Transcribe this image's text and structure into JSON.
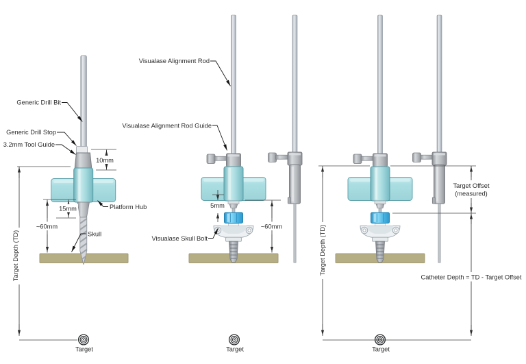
{
  "panel_generic_drill": {
    "labels": {
      "drill_bit": "Generic Drill Bit",
      "drill_stop": "Generic Drill Stop",
      "tool_guide": "3.2mm Tool Guide",
      "platform_hub": "Platform Hub",
      "skull": "Skull"
    },
    "dimensions": {
      "guide_exposed": "10mm",
      "hub_standoff": "15mm",
      "approx_depth": "~60mm",
      "target_depth": "Target Depth (TD)"
    },
    "target": "Target"
  },
  "panel_visualase": {
    "labels": {
      "alignment_rod": "Visualase Alignment Rod",
      "rod_guide": "Visualase Alignment Rod Guide",
      "skull_bolt": "Visualase Skull Bolt"
    },
    "dimensions": {
      "bolt_gap": "5mm",
      "approx_depth": "~60mm"
    },
    "target": "Target"
  },
  "panel_measurement": {
    "dimensions": {
      "target_depth": "Target Depth (TD)",
      "target_offset_line1": "Target Offset",
      "target_offset_line2": "(measured)",
      "catheter_formula": "Catheter Depth = TD - Target Offset"
    },
    "target": "Target"
  },
  "colors": {
    "hub_teal": "#a9dcdf",
    "hub_teal_stroke": "#5f9fa8",
    "hardware_gray": "#b4b7bb",
    "rod_gray": "#c9ced4",
    "skull_tan": "#b5ad84",
    "bolt_blue": "#45b1e0",
    "line": "#3c3c3c",
    "text": "#2b2b2b",
    "background": "#ffffff"
  }
}
